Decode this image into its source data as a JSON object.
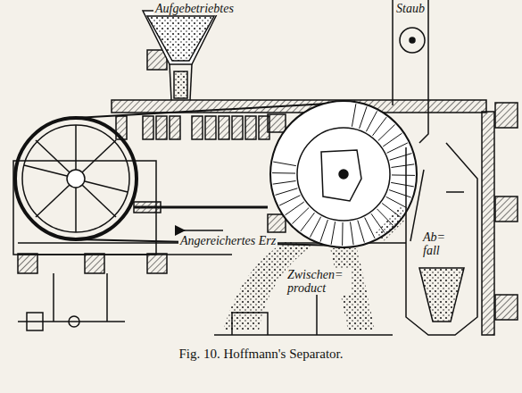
{
  "diagram": {
    "caption": "Fig. 10. Hoffmann's Separator.",
    "labels": [
      "Aufgebetriebtes",
      "Staub",
      "Angereichertes Erz",
      "Zwischen= product",
      "Ab= fall"
    ]
  }
}
